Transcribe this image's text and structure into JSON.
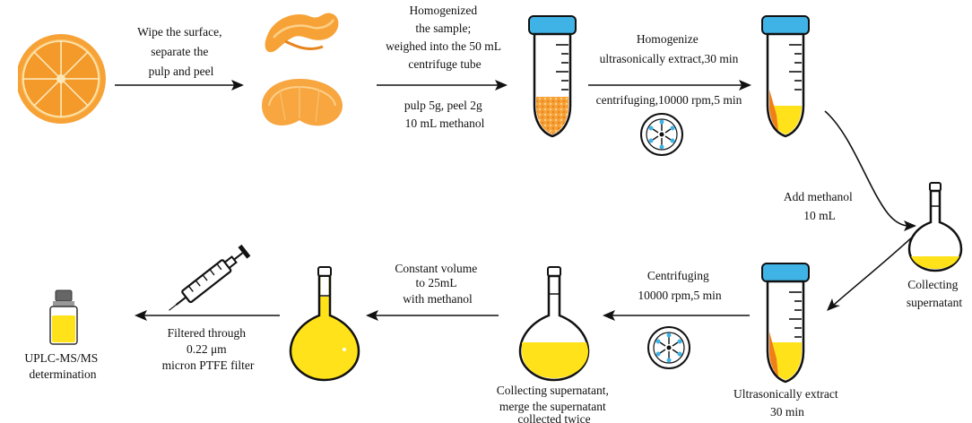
{
  "labels": {
    "wipe": [
      "Wipe the surface,",
      "separate the",
      "pulp and peel"
    ],
    "homogenized": [
      "Homogenized",
      "the sample;",
      "weighed into the 50 mL",
      "centrifuge tube"
    ],
    "sample_amounts": [
      "pulp 5g, peel 2g",
      "10 mL methanol"
    ],
    "homogenize_extract": [
      "Homogenize",
      "ultrasonically extract,30 min"
    ],
    "centrifuge_first": "centrifuging,10000 rpm,5 min",
    "add_methanol": [
      "Add methanol",
      "10 mL"
    ],
    "collecting_supernatant": [
      "Collecting",
      "supernatant"
    ],
    "ultrasonic_extract": [
      "Ultrasonically extract",
      "30 min"
    ],
    "centrifuge_second": [
      "Centrifuging",
      "10000 rpm,5 min"
    ],
    "merge": [
      "Collecting supernatant,",
      "merge the supernatant",
      "collected twice"
    ],
    "constant_volume": [
      "Constant volume",
      "to 25mL",
      "with methanol"
    ],
    "filtered": [
      "Filtered through",
      "0.22 μm",
      "micron PTFE filter"
    ],
    "uplc": [
      "UPLC-MS/MS",
      "determination"
    ]
  },
  "colors": {
    "orange": "#f39a2a",
    "peel": "#f7a236",
    "tube_cap": "#3fb3e6",
    "liquid_yellow": "#ffe21a",
    "sediment_orange": "#f07f1a",
    "line": "#111111"
  },
  "icons": [
    "orange-half-icon",
    "orange-peel-icon",
    "orange-segment-icon",
    "centrifuge-tube-icon",
    "centrifuge-rotor-icon",
    "volumetric-flask-icon",
    "syringe-icon",
    "sample-vial-icon"
  ]
}
